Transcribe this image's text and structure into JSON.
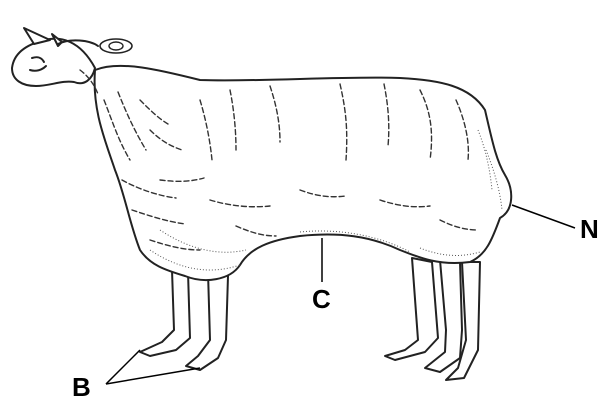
{
  "labels": {
    "b": "B",
    "c": "C",
    "n": "N"
  },
  "colors": {
    "ink": "#222222",
    "label": "#000000",
    "background": "#ffffff"
  }
}
